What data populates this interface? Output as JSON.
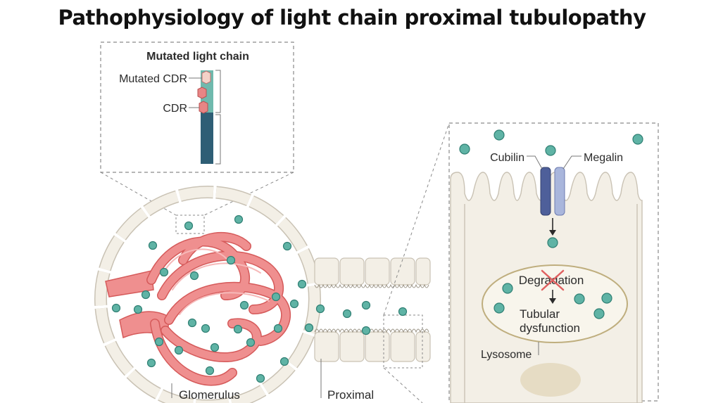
{
  "title": "Pathophysiology of light chain proximal tubulopathy",
  "colors": {
    "particle": "#5fb3a5",
    "particle_stroke": "#2f7f73",
    "vessel": "#ef8f8f",
    "vessel_dark": "#d55a5a",
    "cell_fill": "#f3efe6",
    "cell_stroke": "#c9c2b4",
    "light_chain_dark": "#2e5e75",
    "light_chain_teal": "#6fb9ad",
    "cdr_fill": "#e88585",
    "mutated_cdr_fill": "#f4d2c8",
    "megalin": "#a9b6dc",
    "cubilin": "#4e5f9a",
    "cross": "#e06060"
  },
  "inset": {
    "heading": "Mutated light chain",
    "mutated_cdr_label": "Mutated CDR",
    "cdr_label": "CDR"
  },
  "labels": {
    "glomerulus": "Glomerulus",
    "proximal": "Proximal",
    "cubilin": "Cubilin",
    "megalin": "Megalin",
    "degradation": "Degradation",
    "tubular_line1": "Tubular",
    "tubular_line2": "dysfunction",
    "lysosome": "Lysosome"
  }
}
